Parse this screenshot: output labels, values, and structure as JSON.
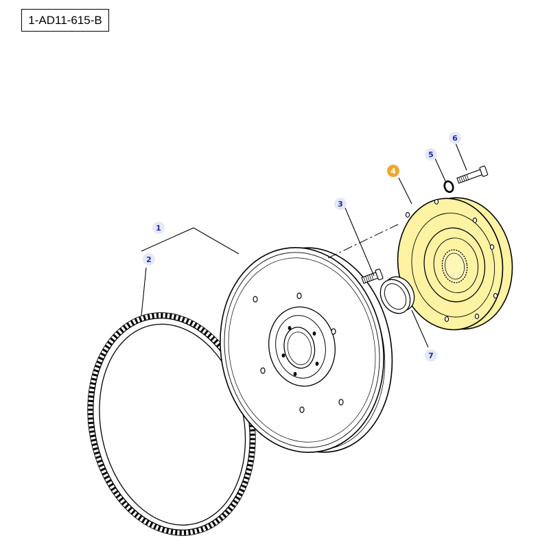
{
  "reference_code": "1-AD11-615-B",
  "colors": {
    "highlight_part": "#fef3a3",
    "highlight_callout": "#f0a830",
    "callout_bubble": "#e6e9f7",
    "callout_text": "#1c2bb0",
    "line": "#000000"
  },
  "callouts": [
    {
      "id": "1",
      "label": "1",
      "highlighted": false
    },
    {
      "id": "2",
      "label": "2",
      "highlighted": false
    },
    {
      "id": "3",
      "label": "3",
      "highlighted": false
    },
    {
      "id": "4",
      "label": "4",
      "highlighted": true
    },
    {
      "id": "5",
      "label": "5",
      "highlighted": false
    },
    {
      "id": "6",
      "label": "6",
      "highlighted": false
    },
    {
      "id": "7",
      "label": "7",
      "highlighted": false
    }
  ]
}
